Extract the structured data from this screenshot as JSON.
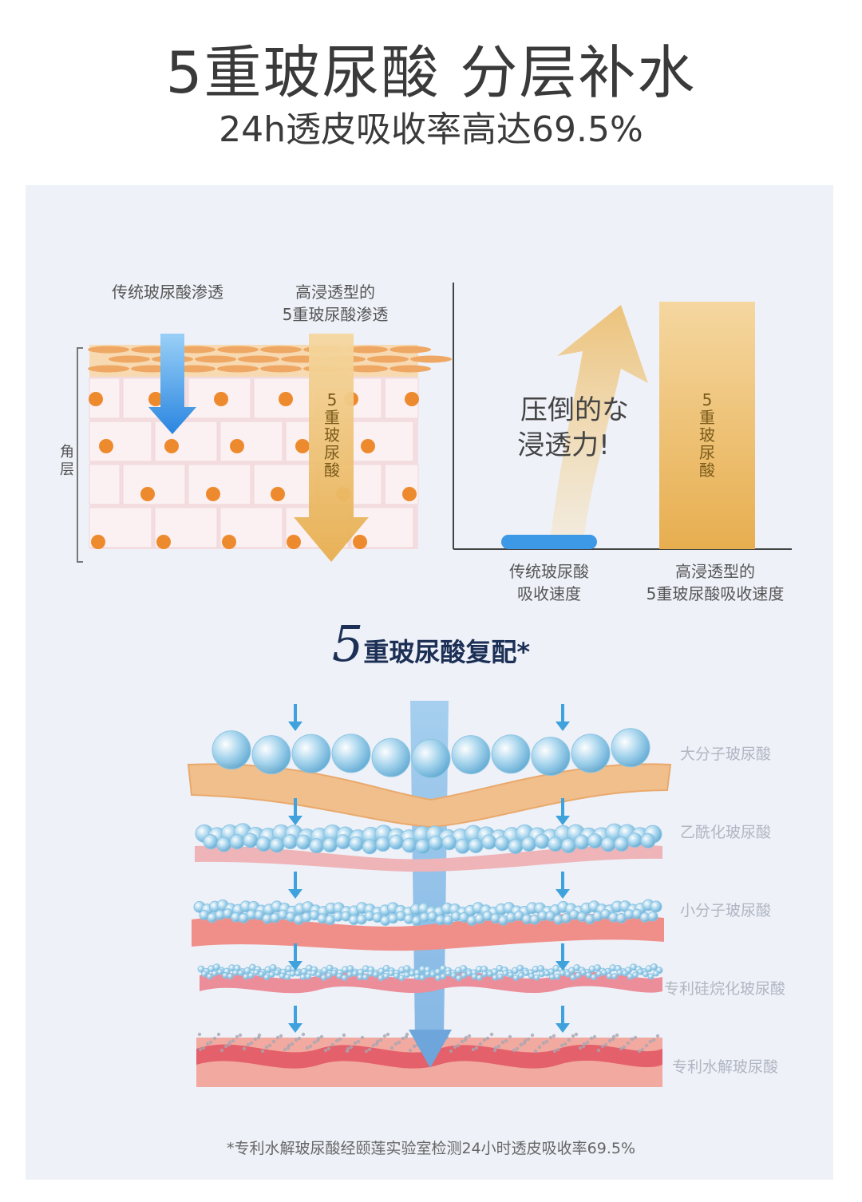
{
  "header": {
    "title": "5重玻尿酸 分层补水",
    "subtitle": "24h透皮吸收率高达69.5%"
  },
  "penetration_diagram": {
    "traditional_label": "传统玻尿酸渗透",
    "enhanced_label_line1": "高浸透型的",
    "enhanced_label_line2": "5重玻尿酸渗透",
    "arrow_text": "5重玻尿酸",
    "bracket_label": "角层"
  },
  "comparison": {
    "slogan_line1": "压倒的な",
    "slogan_line2": "浸透力!",
    "bar_text": "5重玻尿酸",
    "left_label_line1": "传统玻尿酸",
    "left_label_line2": "吸收速度",
    "right_label_line1": "高浸透型的",
    "right_label_line2": "5重玻尿酸吸收速度"
  },
  "complex": {
    "title_number": "5",
    "title_rest": "重玻尿酸复配*",
    "layers": [
      {
        "name": "大分子玻尿酸"
      },
      {
        "name": "乙酰化玻尿酸"
      },
      {
        "name": "小分子玻尿酸"
      },
      {
        "name": "专利硅烷化玻尿酸"
      },
      {
        "name": "专利水解玻尿酸"
      }
    ]
  },
  "footnote": "*专利水解玻尿酸经颐莲实验室检测24小时透皮吸收率69.5%",
  "colors": {
    "blue": "#3d98e6",
    "gold": "#e9b459",
    "dot": "#ee8a2e",
    "panel": "#eef1f8"
  }
}
